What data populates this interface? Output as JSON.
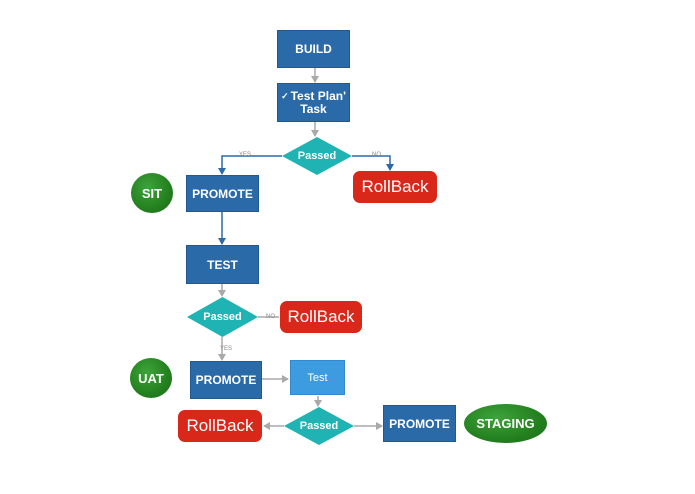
{
  "colors": {
    "box": "#2a6aa8",
    "box_light": "#3d9be0",
    "diamond": "#1fb3b3",
    "rollback": "#d9271a",
    "env_circle": "#2a8a25",
    "arrow_gray": "#a9a9a9",
    "arrow_blue": "#2a6aa8"
  },
  "nodes": {
    "build": "BUILD",
    "test_plan_line1": "Test Plan'",
    "test_plan_line2": "Task",
    "decision1": "Passed",
    "rollback1": "RollBack",
    "sit": "SIT",
    "promote1": "PROMOTE",
    "test": "TEST",
    "decision2": "Passed",
    "rollback2": "RollBack",
    "uat": "UAT",
    "promote2": "PROMOTE",
    "test_small": "Test",
    "decision3": "Passed",
    "rollback3": "RollBack",
    "promote3": "PROMOTE",
    "staging": "STAGING"
  },
  "edge_labels": {
    "d1_yes": "YES",
    "d1_no": "NO",
    "d2_no": "NO",
    "d2_yes": "YES"
  },
  "icons": {
    "task_check": "checkmark-icon"
  }
}
